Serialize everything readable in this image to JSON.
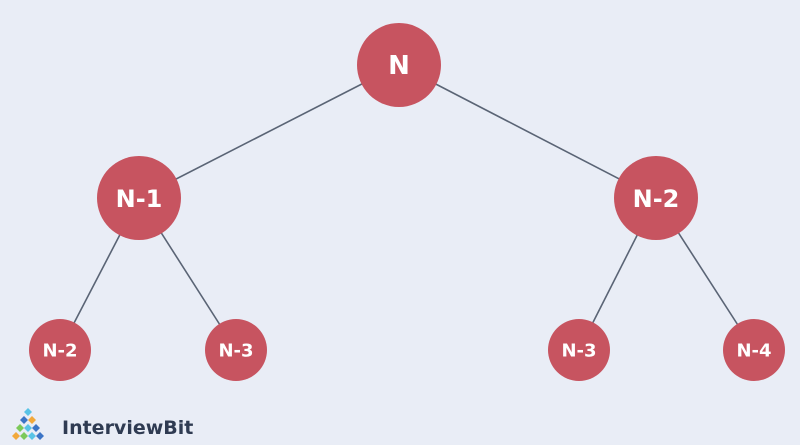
{
  "tree": {
    "nodes": [
      {
        "id": "root",
        "label": "N"
      },
      {
        "id": "left",
        "label": "N-1"
      },
      {
        "id": "right",
        "label": "N-2"
      },
      {
        "id": "left-left",
        "label": "N-2"
      },
      {
        "id": "left-right",
        "label": "N-3"
      },
      {
        "id": "right-left",
        "label": "N-3"
      },
      {
        "id": "right-right",
        "label": "N-4"
      }
    ],
    "edges": [
      [
        "root",
        "left"
      ],
      [
        "root",
        "right"
      ],
      [
        "left",
        "left-left"
      ],
      [
        "left",
        "left-right"
      ],
      [
        "right",
        "right-left"
      ],
      [
        "right",
        "right-right"
      ]
    ],
    "node_color": "#c75460",
    "edge_color": "#5a6475",
    "background": "#e9edf6"
  },
  "logo": {
    "text": "InterviewBit",
    "colors": [
      "#58c3e6",
      "#3b74c6",
      "#f2a93b",
      "#7cc95a"
    ]
  }
}
